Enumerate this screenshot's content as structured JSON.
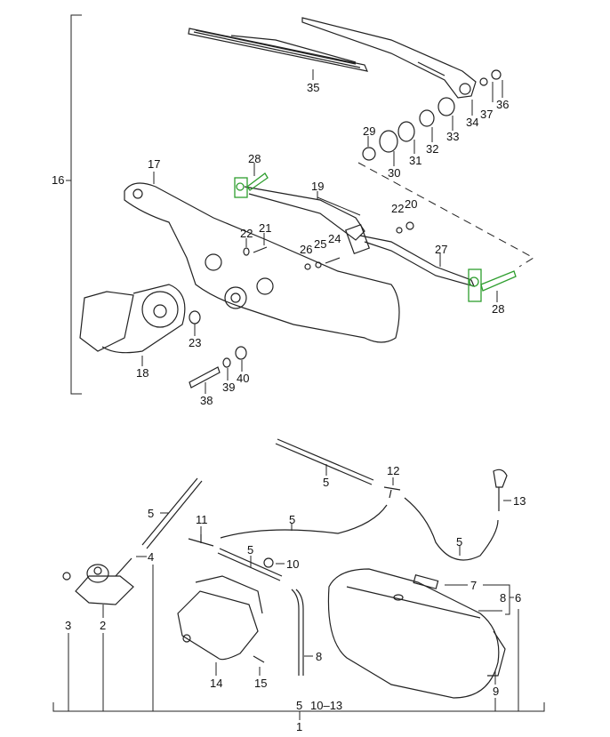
{
  "title": "Windshield wiper and washer system exploded parts diagram",
  "colors": {
    "line": "#222222",
    "highlight": "#2e9e2e",
    "background": "#ffffff"
  },
  "upper_group": {
    "bracket_label": "16",
    "callouts": [
      "17",
      "18",
      "19",
      "20",
      "21",
      "22",
      "22",
      "23",
      "24",
      "25",
      "26",
      "27",
      "28",
      "28",
      "29",
      "30",
      "31",
      "32",
      "33",
      "34",
      "35",
      "36",
      "37",
      "38",
      "39",
      "40"
    ]
  },
  "lower_group": {
    "bottom_label": "1",
    "bottom_sub_label": "5  10–13",
    "bracket_right_label": "6",
    "bracket_inner_label": "8",
    "callouts": [
      "2",
      "3",
      "4",
      "5",
      "5",
      "5",
      "5",
      "5",
      "7",
      "8",
      "9",
      "10",
      "11",
      "12",
      "13",
      "14",
      "15"
    ]
  },
  "labels": {
    "l16": "16",
    "l17": "17",
    "l18": "18",
    "l19": "19",
    "l20": "20",
    "l21": "21",
    "l22a": "22",
    "l22b": "22",
    "l23": "23",
    "l24": "24",
    "l25": "25",
    "l26": "26",
    "l27": "27",
    "l28a": "28",
    "l28b": "28",
    "l29": "29",
    "l30": "30",
    "l31": "31",
    "l32": "32",
    "l33": "33",
    "l34": "34",
    "l35": "35",
    "l36": "36",
    "l37": "37",
    "l38": "38",
    "l39": "39",
    "l40": "40",
    "l1": "1",
    "l2": "2",
    "l3": "3",
    "l4": "4",
    "l5a": "5",
    "l5b": "5",
    "l5c": "5",
    "l5d": "5",
    "l5e": "5",
    "l6": "6",
    "l7": "7",
    "l8a": "8",
    "l8b": "8",
    "l9": "9",
    "l10": "10",
    "l11": "11",
    "l12": "12",
    "l13": "13",
    "l14": "14",
    "l15": "15",
    "l5bot": "5",
    "l10_13": "10–13"
  },
  "highlighted_parts": [
    "28"
  ]
}
